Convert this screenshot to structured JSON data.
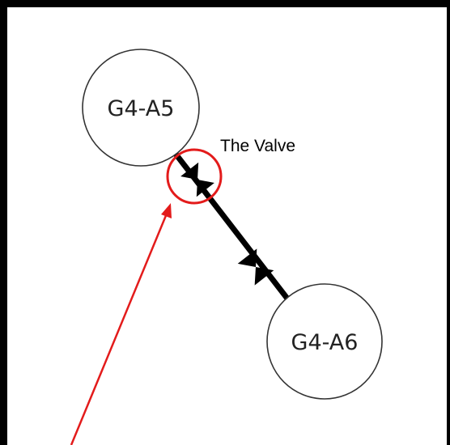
{
  "nodes": {
    "upper": {
      "label": "G4-A5"
    },
    "lower": {
      "label": "G4-A6"
    }
  },
  "annotation": {
    "label": "The Valve"
  },
  "colors": {
    "border": "#000000",
    "pipe": "#000000",
    "valve_symbol": "#000000",
    "highlight": "#e31b1b",
    "pointer": "#e31b1b",
    "node_stroke": "#333333",
    "node_fill": "#ffffff"
  }
}
